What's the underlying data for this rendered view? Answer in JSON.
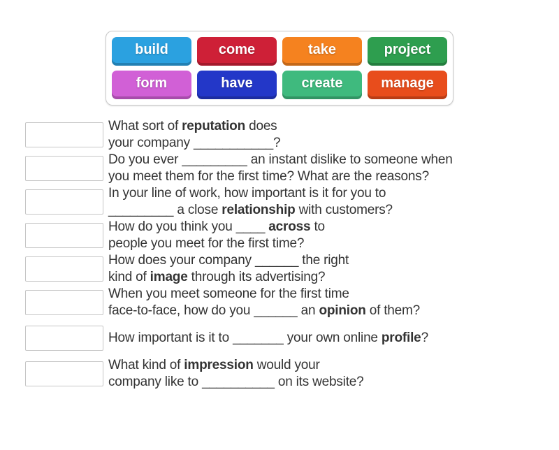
{
  "page": {
    "background": "#ffffff",
    "text_color": "#333333"
  },
  "word_bank": {
    "items": [
      {
        "label": "build",
        "color": "#2BA1E0"
      },
      {
        "label": "come",
        "color": "#CE2037"
      },
      {
        "label": "take",
        "color": "#F5821F"
      },
      {
        "label": "project",
        "color": "#2E9E4F"
      },
      {
        "label": "form",
        "color": "#D160D6"
      },
      {
        "label": "have",
        "color": "#2337C8"
      },
      {
        "label": "create",
        "color": "#3FBA7E"
      },
      {
        "label": "manage",
        "color": "#E84D1C"
      }
    ]
  },
  "questions": [
    {
      "lines": [
        [
          {
            "t": "What sort of "
          },
          {
            "t": "reputation",
            "b": true
          },
          {
            "t": " does"
          }
        ],
        [
          {
            "t": "your company ___________?"
          }
        ]
      ]
    },
    {
      "lines": [
        [
          {
            "t": "Do you ever _________ an instant dislike to someone when"
          }
        ],
        [
          {
            "t": "you meet them for the first time? What are the reasons?"
          }
        ]
      ]
    },
    {
      "lines": [
        [
          {
            "t": "In your line of work, how important is it for you to"
          }
        ],
        [
          {
            "t": "_________ a close "
          },
          {
            "t": "relationship",
            "b": true
          },
          {
            "t": " with customers?"
          }
        ]
      ]
    },
    {
      "lines": [
        [
          {
            "t": "How do you think you ____ "
          },
          {
            "t": "across",
            "b": true
          },
          {
            "t": " to"
          }
        ],
        [
          {
            "t": "people you meet for the first time?"
          }
        ]
      ]
    },
    {
      "lines": [
        [
          {
            "t": "How does your company ______ the right"
          }
        ],
        [
          {
            "t": "kind of "
          },
          {
            "t": "image",
            "b": true
          },
          {
            "t": " through its advertising?"
          }
        ]
      ]
    },
    {
      "lines": [
        [
          {
            "t": "When you meet someone for the first time"
          }
        ],
        [
          {
            "t": "face-to-face, how do you ______ an "
          },
          {
            "t": "opinion",
            "b": true
          },
          {
            "t": " of them?"
          }
        ]
      ]
    },
    {
      "lines": [
        [
          {
            "t": "How important is it to _______ your own online "
          },
          {
            "t": "profile",
            "b": true
          },
          {
            "t": "?"
          }
        ]
      ]
    },
    {
      "lines": [
        [
          {
            "t": "What kind of "
          },
          {
            "t": "impression",
            "b": true
          },
          {
            "t": " would your"
          }
        ],
        [
          {
            "t": "company like to __________ on its website?"
          }
        ]
      ]
    }
  ]
}
